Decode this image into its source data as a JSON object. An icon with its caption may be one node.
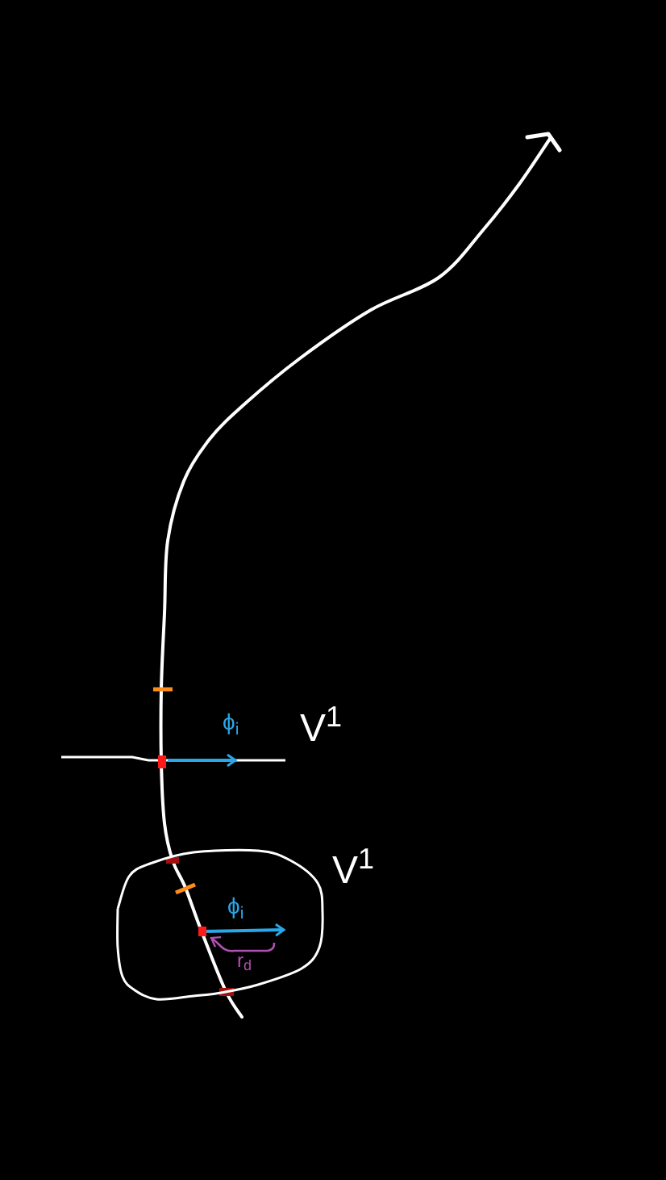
{
  "diagram": {
    "nodes": [
      {
        "text": [
          "ϕ$_{i}$",
          "r$_{d}$"
        ],
        "beside": [
          "V$^{1}$"
        ]
      }
    ],
    "labels": [
      "ϕ$_{i}$",
      "V$^{1}$"
    ]
  }
}
